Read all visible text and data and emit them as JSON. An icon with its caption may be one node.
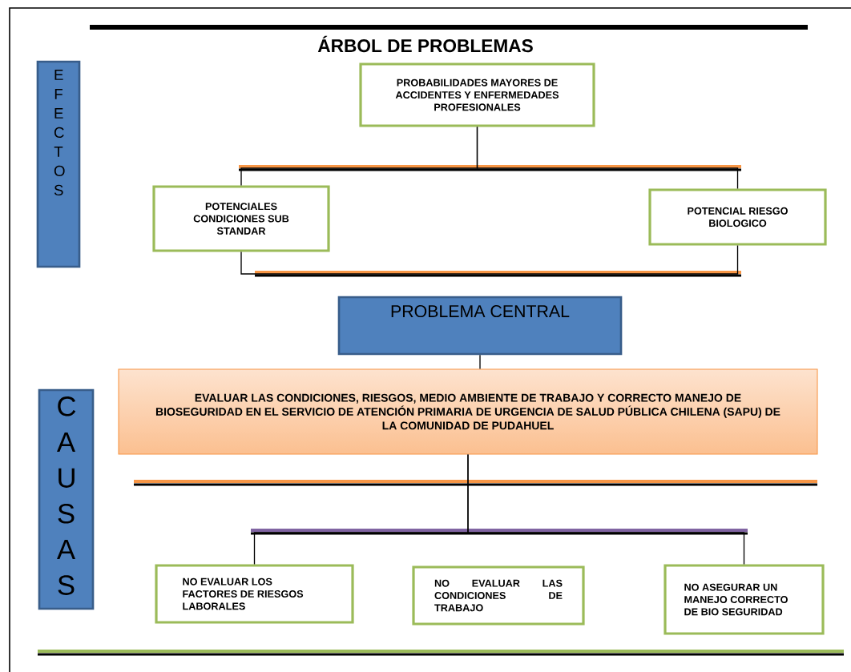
{
  "diagram": {
    "title": "ÁRBOL DE PROBLEMAS",
    "nodes": [
      {
        "text": [
          "E F E C T O S"
        ]
      },
      {
        "text": [
          "PROBABILIDADES MAYORES DE ACCIDENTES Y ENFERMEDADES PROFESIONALES"
        ]
      },
      {
        "text": [
          "POTENCIALES CONDICIONES SUB STANDAR"
        ]
      },
      {
        "text": [
          "POTENCIAL RIESGO BIOLOGICO"
        ]
      },
      {
        "text": [
          "PROBLEMA CENTRAL"
        ]
      },
      {
        "text": [
          "EVALUAR LAS CONDICIONES, RIESGOS, MEDIO AMBIENTE DE TRABAJO Y CORRECTO MANEJO DE BIOSEGURIDAD EN EL SERVICIO DE ATENCIÓN PRIMARIA DE URGENCIA DE SALUD PÚBLICA CHILENA (SAPU) DE LA COMUNIDAD DE PUDAHUEL"
        ]
      },
      {
        "text": [
          "C A U S A S"
        ]
      },
      {
        "text": [
          "NO EVALUAR LOS FACTORES DE RIESGOS LABORALES"
        ]
      },
      {
        "text": [
          "NO EVALUAR LAS CONDICIONES DE TRABAJO"
        ]
      },
      {
        "text": [
          "NO ASEGURAR UN MANEJO CORRECTO DE BIO SEGURIDAD"
        ]
      }
    ],
    "edges": [
      {
        "from": 1,
        "to": 2,
        "arrow": "none"
      },
      {
        "from": 1,
        "to": 3,
        "arrow": "none"
      },
      {
        "from": 2,
        "to": 3,
        "arrow": "none"
      },
      {
        "from": 4,
        "to": 5,
        "arrow": "none"
      },
      {
        "from": 5,
        "to": 7,
        "arrow": "none"
      },
      {
        "from": 5,
        "to": 9,
        "arrow": "none"
      }
    ]
  }
}
